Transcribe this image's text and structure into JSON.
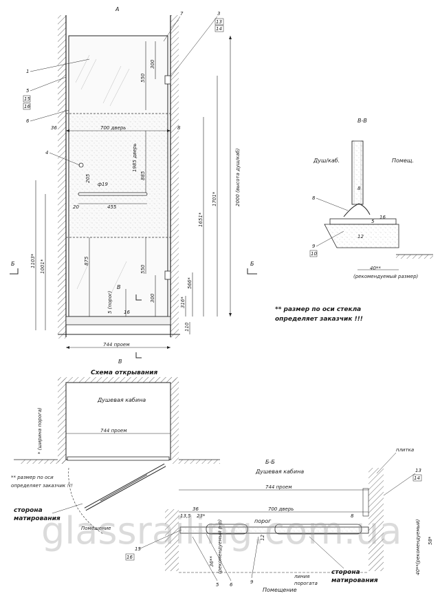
{
  "front_view": {
    "view_label": "А",
    "callouts": [
      "1",
      "5",
      "15",
      "16",
      "6",
      "4",
      "7",
      "3",
      "13",
      "14"
    ],
    "dim_door_width": "700 дверь",
    "dim_left_gap": "36",
    "dim_right_gap": "8",
    "dim_opening": "744 проем",
    "dim_door_height": "2000 (высота душ/каб)",
    "dim_hinge_top": "300",
    "dim_550_top": "550",
    "dim_1985": "1985 дверь",
    "dim_885": "885",
    "dim_205": "205",
    "dim_19": "ф19",
    "dim_20": "20",
    "dim_455": "455",
    "dim_875": "875",
    "dim_550_bottom": "550",
    "dim_300_bottom": "300",
    "dim_5_sill": "5 (порог)",
    "dim_16": "16",
    "dim_1651": "1651*",
    "dim_1701": "1701*",
    "dim_1103": "1103*",
    "dim_1001": "1001*",
    "dim_566": "566*",
    "dim_316": "316*",
    "dim_110": "110",
    "section_b_left": "Б",
    "section_b_right": "Б",
    "section_v_top": "В",
    "section_v_bottom": "В"
  },
  "section_vv": {
    "title": "В-В",
    "label_shower": "Душ/каб.",
    "label_room": "Помещ.",
    "dim_8": "8",
    "dim_5": "5",
    "dim_16": "16",
    "dim_12": "12",
    "dim_40": "40**",
    "dim_note": "(рекомендуемый размер)",
    "callout_8": "8",
    "callout_9": "9",
    "callout_10": "10",
    "note_line1": "** размер по оси стекла",
    "note_line2": "определяет заказчик !!!"
  },
  "open_scheme": {
    "title": "Схема открывания",
    "label_cabin": "Душевая кабина",
    "dim_opening": "744 проем",
    "dim_threshold_width": "* (ширина порога)",
    "note_line1": "** размер по оси",
    "note_line2": "определяет заказчик !!!",
    "matting_side_1": "сторона",
    "matting_side_2": "матирования",
    "label_room": "Помещение"
  },
  "section_bb": {
    "title": "Б-Б",
    "label_cabin": "Душевая кабина",
    "label_tile": "плитка",
    "dim_opening": "744 проем",
    "dim_left_36": "36",
    "dim_door": "700 дверь",
    "dim_right_8": "8",
    "dim_13_5": "13,5",
    "dim_23": "23*",
    "dim_36_star": "36**",
    "dim_36_note": "(рекомендуемый р-р)",
    "dim_12": "12",
    "dim_40": "40**(рекомендуемый)",
    "dim_58": "58*",
    "label_threshold": "порог",
    "label_room": "Помещение",
    "label_threshold_line_1": "линия",
    "label_threshold_line_2": "порогата",
    "matting_side_1": "сторона",
    "matting_side_2": "матирования",
    "callouts": [
      "13",
      "14",
      "15",
      "16",
      "5",
      "6",
      "9"
    ]
  },
  "watermark": "glassrailing.com.ua"
}
